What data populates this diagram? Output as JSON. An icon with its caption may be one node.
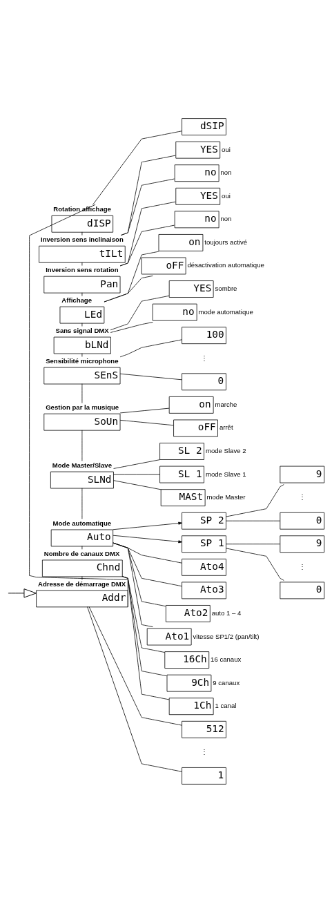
{
  "diagram": {
    "nodes": [
      {
        "text": [
          "Rotation affichage",
          "dISP"
        ]
      },
      {
        "text": [
          "dSIP"
        ]
      },
      {
        "text": [
          "Inversion sens inclinaison",
          "tILt"
        ]
      },
      {
        "text": [
          "YES"
        ],
        "beside": [
          "oui"
        ]
      },
      {
        "text": [
          "no"
        ],
        "beside": [
          "non"
        ]
      },
      {
        "text": [
          "Inversion sens rotation",
          "Pan"
        ]
      },
      {
        "text": [
          "YES"
        ],
        "beside": [
          "oui"
        ]
      },
      {
        "text": [
          "no"
        ],
        "beside": [
          "non"
        ]
      },
      {
        "text": [
          "Affichage",
          "LEd"
        ]
      },
      {
        "text": [
          "on"
        ],
        "beside": [
          "toujours activé"
        ]
      },
      {
        "text": [
          "oFF"
        ],
        "beside": [
          "désactivation automatique"
        ]
      },
      {
        "text": [
          "Sans signal DMX",
          "bLNd"
        ]
      },
      {
        "text": [
          "YES"
        ],
        "beside": [
          "sombre"
        ]
      },
      {
        "text": [
          "no"
        ],
        "beside": [
          "mode automatique"
        ]
      },
      {
        "text": [
          "Sensibilité microphone",
          "SEnS"
        ]
      },
      {
        "text": [
          "100"
        ]
      },
      {
        "text": [
          "0"
        ]
      },
      {
        "text": [
          "Gestion par la musique",
          "SoUn"
        ]
      },
      {
        "text": [
          "on"
        ],
        "beside": [
          "marche"
        ]
      },
      {
        "text": [
          "oFF"
        ],
        "beside": [
          "arrêt"
        ]
      },
      {
        "text": [
          "Mode Master/Slave",
          "SLNd"
        ]
      },
      {
        "text": [
          "SL 2"
        ],
        "beside": [
          "mode Slave 2"
        ]
      },
      {
        "text": [
          "SL 1"
        ],
        "beside": [
          "mode Slave 1"
        ]
      },
      {
        "text": [
          "MASt"
        ],
        "beside": [
          "mode Master"
        ]
      },
      {
        "text": [
          "Mode automatique",
          "Auto"
        ]
      },
      {
        "text": [
          "SP 2"
        ]
      },
      {
        "text": [
          "SP 1"
        ]
      },
      {
        "text": [
          "Ato4"
        ]
      },
      {
        "text": [
          "Ato3"
        ]
      },
      {
        "text": [
          "Ato2"
        ],
        "beside": [
          "auto 1 – 4"
        ]
      },
      {
        "text": [
          "Ato1"
        ],
        "beside": [
          "vitesse SP1/2 (pan/tilt)"
        ]
      },
      {
        "text": [
          "9"
        ]
      },
      {
        "text": [
          "0"
        ]
      },
      {
        "text": [
          "9"
        ]
      },
      {
        "text": [
          "0"
        ]
      },
      {
        "text": [
          "Nombre de canaux DMX",
          "Chnd"
        ]
      },
      {
        "text": [
          "16Ch"
        ],
        "beside": [
          "16 canaux"
        ]
      },
      {
        "text": [
          "9Ch"
        ],
        "beside": [
          "9 canaux"
        ]
      },
      {
        "text": [
          "1Ch"
        ],
        "beside": [
          "1 canal"
        ]
      },
      {
        "text": [
          "Adresse de démarrage DMX",
          "Addr"
        ]
      },
      {
        "text": [
          "512"
        ]
      },
      {
        "text": [
          "1"
        ]
      }
    ],
    "edges": [
      {
        "from": 0,
        "to": 1,
        "arrow": "none"
      },
      {
        "from": 0,
        "to": 2,
        "arrow": "none"
      },
      {
        "from": 2,
        "to": 3,
        "arrow": "none"
      },
      {
        "from": 2,
        "to": 4,
        "arrow": "none"
      },
      {
        "from": 2,
        "to": 5,
        "arrow": "none"
      },
      {
        "from": 5,
        "to": 6,
        "arrow": "none"
      },
      {
        "from": 5,
        "to": 7,
        "arrow": "none"
      },
      {
        "from": 5,
        "to": 8,
        "arrow": "none"
      },
      {
        "from": 8,
        "to": 9,
        "arrow": "none"
      },
      {
        "from": 8,
        "to": 10,
        "arrow": "none"
      },
      {
        "from": 8,
        "to": 11,
        "arrow": "none"
      },
      {
        "from": 11,
        "to": 12,
        "arrow": "none"
      },
      {
        "from": 11,
        "to": 13,
        "arrow": "none"
      },
      {
        "from": 11,
        "to": 14,
        "arrow": "none"
      },
      {
        "from": 14,
        "to": 15,
        "arrow": "none"
      },
      {
        "from": 14,
        "to": 16,
        "arrow": "none"
      },
      {
        "from": 14,
        "to": 17,
        "arrow": "none"
      },
      {
        "from": 17,
        "to": 18,
        "arrow": "none"
      },
      {
        "from": 17,
        "to": 19,
        "arrow": "none"
      },
      {
        "from": 17,
        "to": 20,
        "arrow": "none"
      },
      {
        "from": 20,
        "to": 21,
        "arrow": "none"
      },
      {
        "from": 20,
        "to": 22,
        "arrow": "none"
      },
      {
        "from": 20,
        "to": 23,
        "arrow": "none"
      },
      {
        "from": 20,
        "to": 24,
        "arrow": "none"
      },
      {
        "from": 24,
        "to": 25,
        "arrow": "to"
      },
      {
        "from": 24,
        "to": 26,
        "arrow": "to"
      },
      {
        "from": 24,
        "to": 27,
        "arrow": "none"
      },
      {
        "from": 24,
        "to": 28,
        "arrow": "none"
      },
      {
        "from": 24,
        "to": 29,
        "arrow": "none"
      },
      {
        "from": 24,
        "to": 30,
        "arrow": "none"
      },
      {
        "from": 25,
        "to": 31,
        "arrow": "none"
      },
      {
        "from": 25,
        "to": 32,
        "arrow": "none"
      },
      {
        "from": 26,
        "to": 33,
        "arrow": "none"
      },
      {
        "from": 26,
        "to": 34,
        "arrow": "none"
      },
      {
        "from": 24,
        "to": 35,
        "arrow": "none"
      },
      {
        "from": 35,
        "to": 36,
        "arrow": "none"
      },
      {
        "from": 35,
        "to": 37,
        "arrow": "none"
      },
      {
        "from": 35,
        "to": 38,
        "arrow": "none"
      },
      {
        "from": 35,
        "to": 39,
        "arrow": "none"
      },
      {
        "from": null,
        "to": 39,
        "arrow": "to"
      },
      {
        "from": 39,
        "to": 40,
        "arrow": "none"
      },
      {
        "from": 39,
        "to": 41,
        "arrow": "none"
      },
      {
        "from": 39,
        "to": 0,
        "arrow": "none"
      }
    ],
    "labels": [
      "⋮",
      "⋮",
      "⋮",
      "⋮"
    ]
  }
}
